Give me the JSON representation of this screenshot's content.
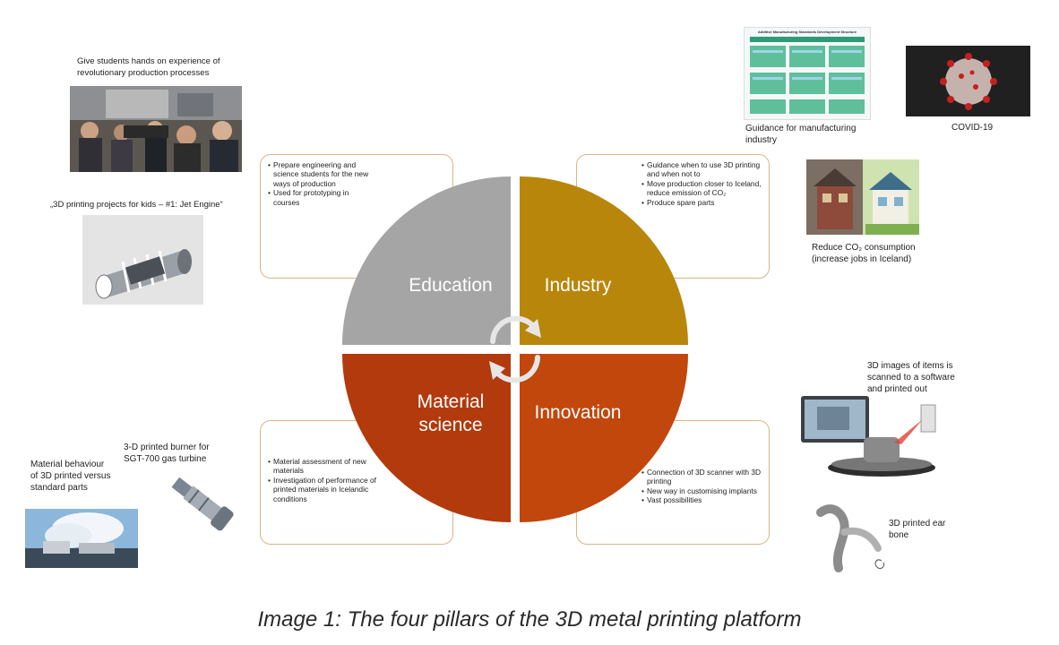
{
  "pillars": {
    "education": "Education",
    "industry": "Industry",
    "material_line1": "Material",
    "material_line2": "science",
    "innovation": "Innovation",
    "colors": {
      "education": "#a5a5a5",
      "industry": "#b8860b",
      "material": "#b23a0d",
      "innovation": "#c1470c"
    }
  },
  "callouts": {
    "education": [
      "Prepare engineering and science students for the new ways of production",
      "Used for prototyping in courses"
    ],
    "industry": [
      "Guidance when to use 3D printing and when not to",
      "Move production closer to Iceland, reduce emission of CO₂",
      "Produce spare parts"
    ],
    "material": [
      "Material assessment of new materials",
      "Investigation of performance of printed materials in Icelandic conditions"
    ],
    "innovation": [
      "Connection of 3D scanner with 3D printing",
      "New way in customising implants",
      "Vast possibilities"
    ]
  },
  "labels": {
    "students": "Give students hands on experience of revolutionary production processes",
    "jet_engine": "„3D printing projects for kids – #1: Jet Engine“",
    "guidance": "Guidance for manufacturing industry",
    "covid": "COVID-19",
    "co2": "Reduce CO₂ consumption (increase jobs in Iceland)",
    "scan": "3D images of items is scanned to a software and printed out",
    "ear_bone": "3D printed ear bone",
    "burner": "3-D printed burner for SGT-700 gas turbine",
    "material_behaviour": "Material behaviour of 3D printed versus standard parts"
  },
  "doc_title": "Additive Manufacturing Standards Development Structure",
  "caption": "Image 1: The four pillars of the 3D metal printing platform",
  "icons": [
    "cycle-arrows-icon"
  ]
}
